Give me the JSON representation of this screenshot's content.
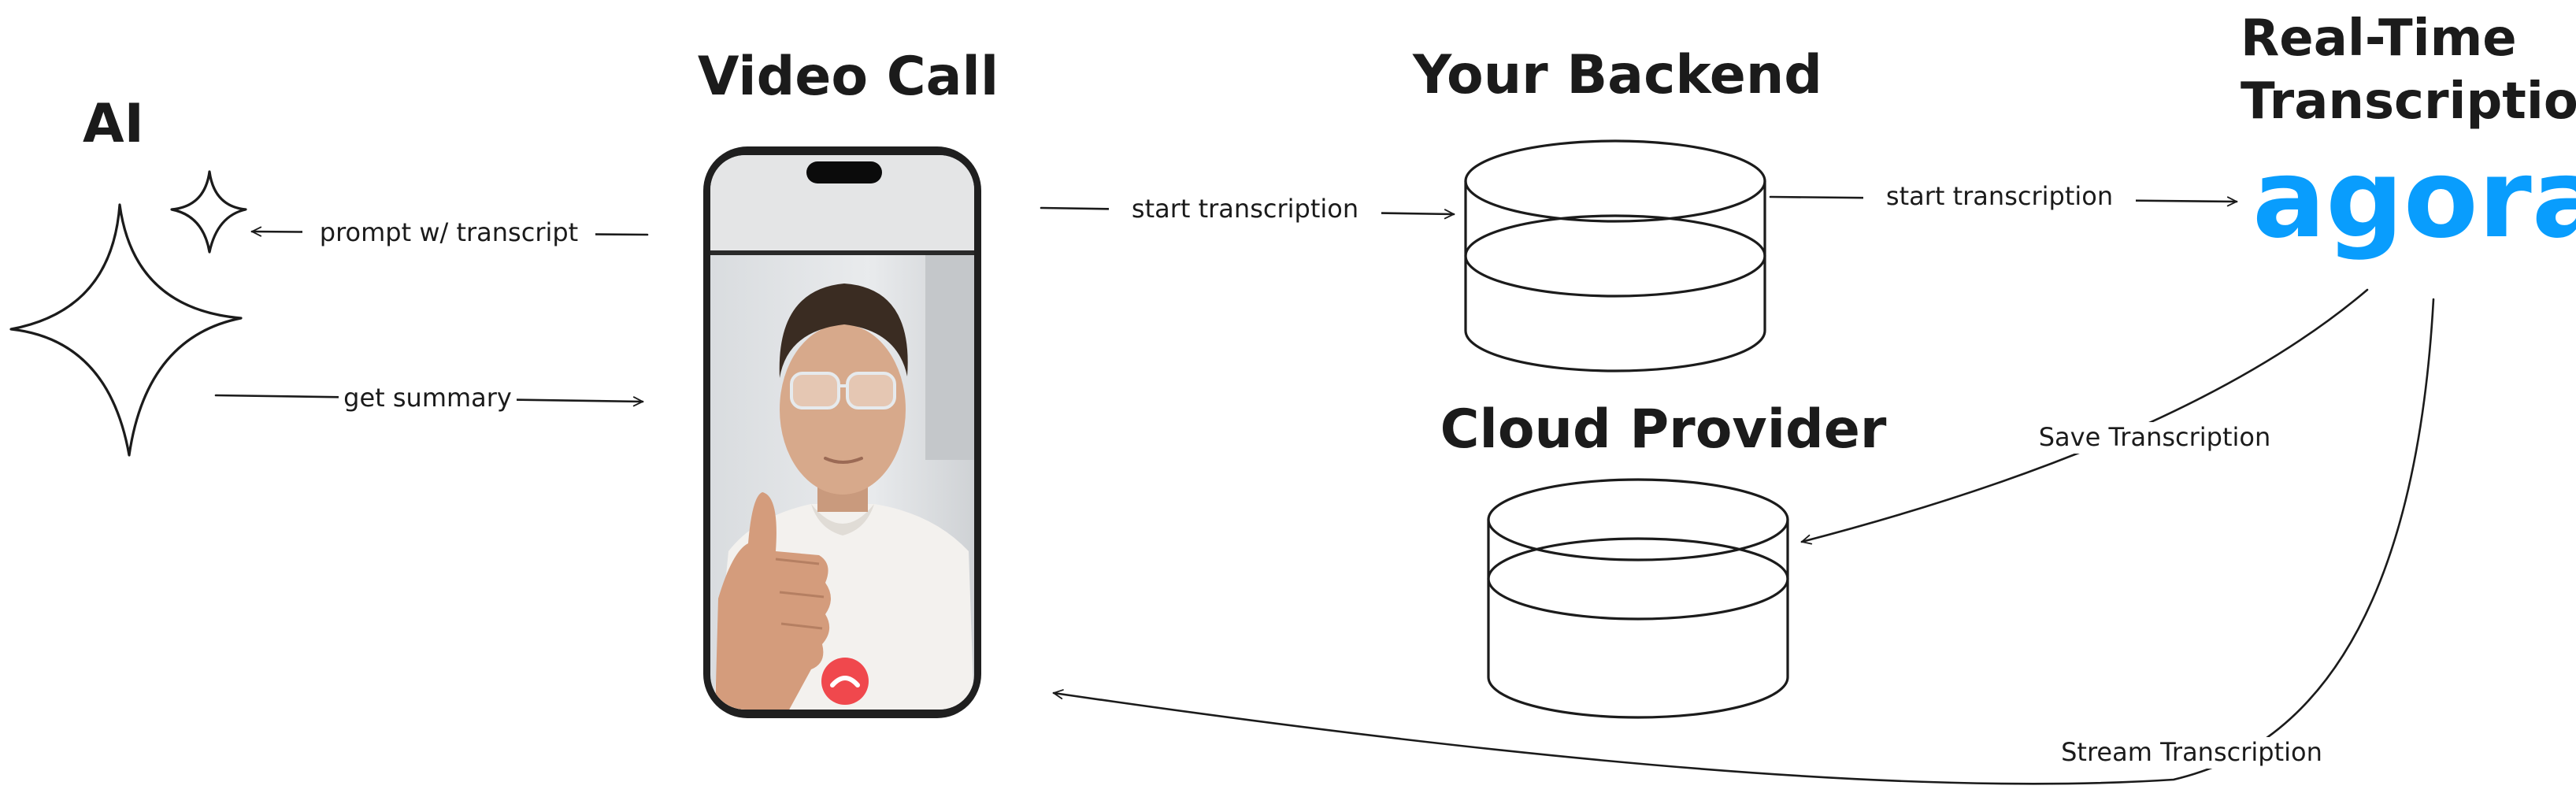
{
  "colors": {
    "ink": "#1b1b1b",
    "agora_blue": "#099dfd",
    "hangup_red": "#f0484d",
    "phone_frame": "#1f1f1f"
  },
  "nodes": {
    "ai": {
      "title": "AI",
      "icon": "sparkle-icon"
    },
    "video_call": {
      "title": "Video Call",
      "icon": "phone-icon"
    },
    "backend": {
      "title": "Your Backend",
      "icon": "database-icon"
    },
    "cloud": {
      "title": "Cloud Provider",
      "icon": "database-icon"
    },
    "transcription": {
      "title_line1": "Real-Time",
      "title_line2": "Transcription",
      "logo_text": "agora"
    }
  },
  "edges": {
    "prompt": "prompt w/ transcript",
    "summary": "get summary",
    "start_to_backend": "start transcription",
    "start_to_agora": "start transcription",
    "save": "Save Transcription",
    "stream": "Stream Transcription"
  }
}
